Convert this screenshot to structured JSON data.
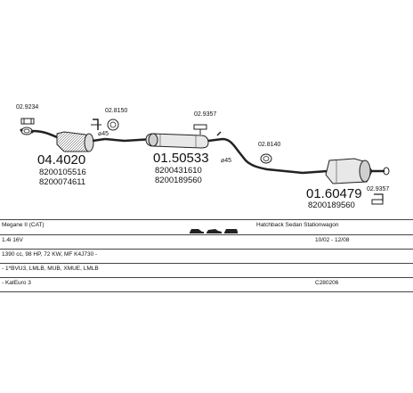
{
  "parts": {
    "bracket_left": "02.9234",
    "bracket_mid": "02.8150",
    "bracket_center": "02.9357",
    "bracket_right_top": "02.8140",
    "bracket_right_bottom": "02.9357",
    "front_pipe_number": "04.4020",
    "front_pipe_oe1": "8200105516",
    "front_pipe_oe2": "8200074611",
    "mid_silencer_number": "01.50533",
    "mid_silencer_oe1": "8200431610",
    "mid_silencer_oe2": "8200189560",
    "rear_silencer_number": "01.60479",
    "rear_silencer_oe": "8200189560",
    "angle_label": "⌀45"
  },
  "info": {
    "model": "Megane II (CAT)",
    "body_types": "Hatchback Sedan Stationwagon",
    "engine": "1.4i 16V",
    "years": "10/02 - 12/08",
    "specs": "1390 cc, 98 HP, 72 KW, MF K4J730 -",
    "codes": "- 1*BVU3, LMLB, MUB, XMUE, LMLB",
    "catalyst": "- KatEuro 3",
    "catalog_code": "C280206"
  },
  "colors": {
    "line": "#222222",
    "fill": "#e8e8e8"
  }
}
